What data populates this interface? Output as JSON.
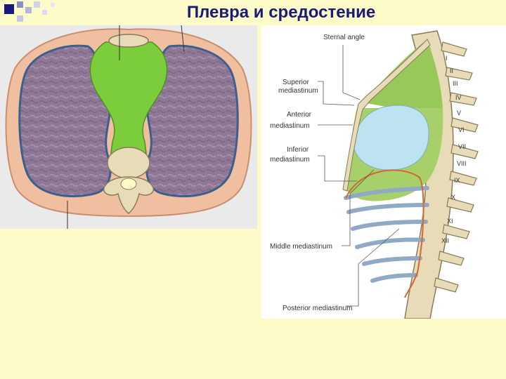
{
  "slide": {
    "title": "Плевра и средостение"
  },
  "lateral_view": {
    "labels": {
      "sternal_angle": "Sternal angle",
      "superior_mediastinum_1": "Superior",
      "superior_mediastinum_2": "mediastinum",
      "anterior_mediastinum_1": "Anterior",
      "anterior_mediastinum_2": "mediastinum",
      "inferior_mediastinum_1": "Inferior",
      "inferior_mediastinum_2": "mediastinum",
      "middle_mediastinum": "Middle mediastinum",
      "posterior_mediastinum": "Posterior mediastinum"
    },
    "vertebra_labels": [
      "I",
      "II",
      "III",
      "IV",
      "V",
      "VI",
      "VII",
      "VIII",
      "IX",
      "X",
      "XI",
      "XII"
    ]
  },
  "colors": {
    "slide_background": "#fdfcc8",
    "title": "#1a1a7a",
    "mediastinum_green": "#7ccd3c",
    "lung_purple": "#8e7896",
    "pleura_blue": "#5a7fae",
    "heart_blue": "#bde3f0",
    "bone": "#e8dcb8"
  }
}
